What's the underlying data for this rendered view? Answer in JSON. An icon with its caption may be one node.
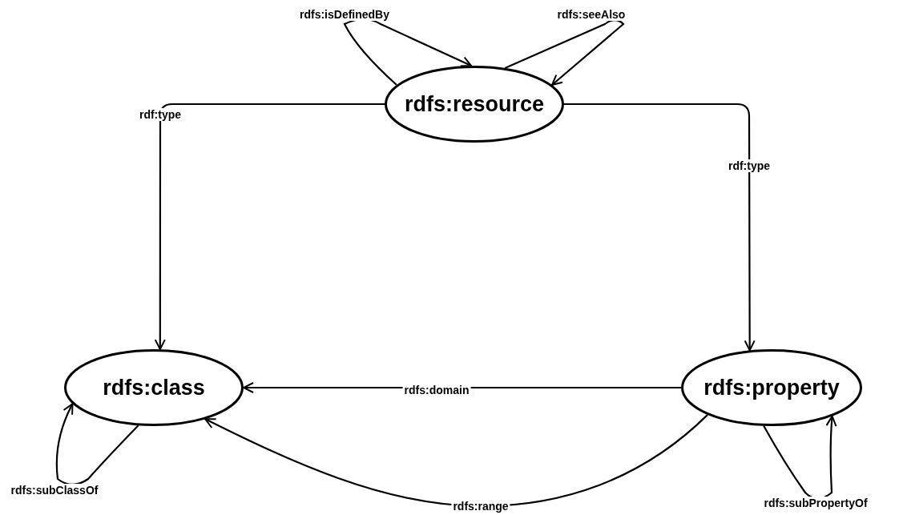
{
  "diagram": {
    "nodes": [
      {
        "text": [
          "rdfs:resource"
        ]
      },
      {
        "text": [
          "rdfs:class"
        ]
      },
      {
        "text": [
          "rdfs:property"
        ]
      }
    ],
    "edges": [
      {
        "from": 0,
        "to": 1,
        "arrow": "to",
        "label": "rdf:type"
      },
      {
        "from": 0,
        "to": 2,
        "arrow": "to",
        "label": "rdf:type"
      },
      {
        "from": 2,
        "to": 1,
        "arrow": "to",
        "label": "rdfs:domain"
      },
      {
        "from": 2,
        "to": 1,
        "arrow": "to",
        "label": "rdfs:range"
      },
      {
        "from": 0,
        "to": 0,
        "arrow": "to",
        "label": "rdfs:isDefinedBy"
      },
      {
        "from": 0,
        "to": 0,
        "arrow": "to",
        "label": "rdfs:seeAlso"
      },
      {
        "from": 1,
        "to": 1,
        "arrow": "to",
        "label": "rdfs:subClassOf"
      },
      {
        "from": 2,
        "to": 2,
        "arrow": "to",
        "label": "rdfs:subPropertyOf"
      }
    ]
  }
}
